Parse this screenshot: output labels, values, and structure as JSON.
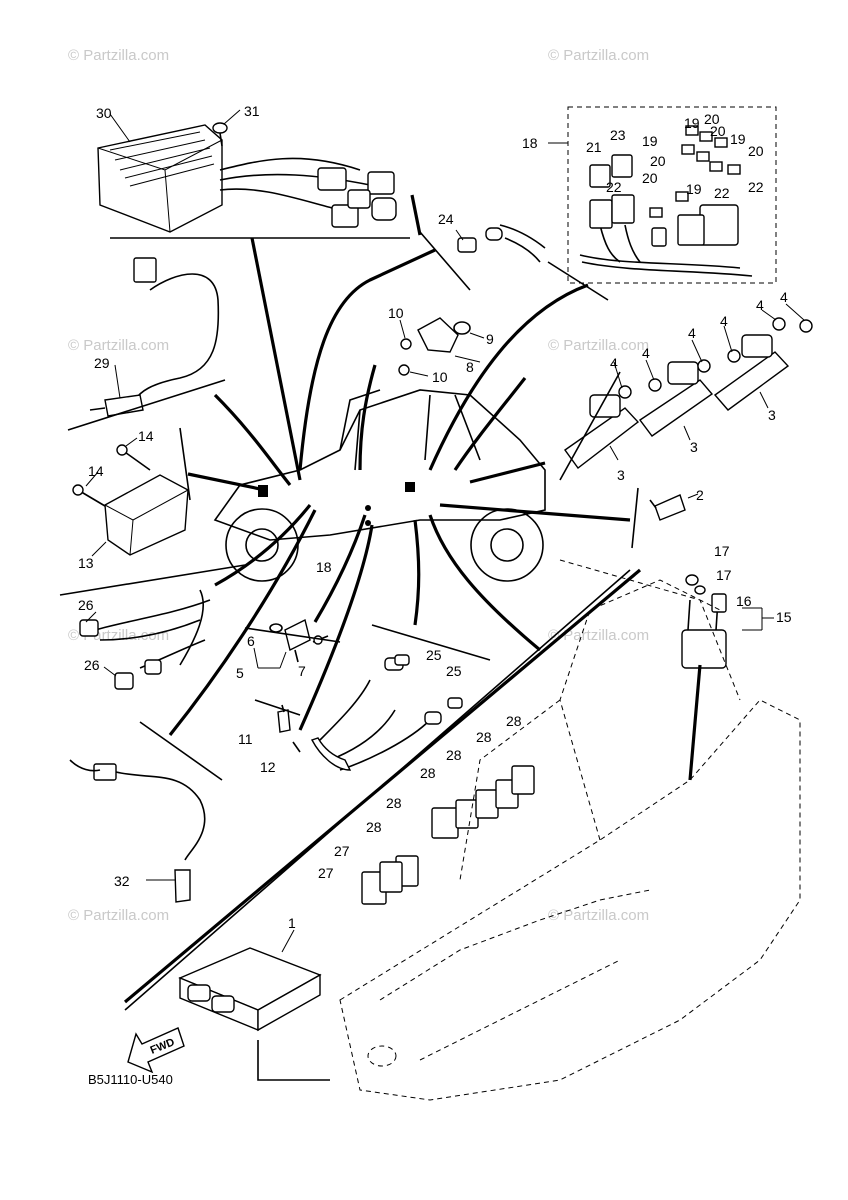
{
  "diagram_code": "B5J1110-U540",
  "watermark": "© Partzilla.com",
  "fwd_label": "FWD",
  "callouts": {
    "c1": "1",
    "c2": "2",
    "c3a": "3",
    "c3b": "3",
    "c3c": "3",
    "c4a": "4",
    "c4b": "4",
    "c4c": "4",
    "c4d": "4",
    "c4e": "4",
    "c4f": "4",
    "c5": "5",
    "c6": "6",
    "c7": "7",
    "c8": "8",
    "c9": "9",
    "c10a": "10",
    "c10b": "10",
    "c11": "11",
    "c12": "12",
    "c13": "13",
    "c14a": "14",
    "c14b": "14",
    "c15": "15",
    "c16": "16",
    "c17a": "17",
    "c17b": "17",
    "c18a": "18",
    "c18b": "18",
    "c19a": "19",
    "c19b": "19",
    "c19c": "19",
    "c20a": "20",
    "c20b": "20",
    "c20c": "20",
    "c20d": "20",
    "c21": "21",
    "c22a": "22",
    "c22b": "22",
    "c22c": "22",
    "c23": "23",
    "c24": "24",
    "c25a": "25",
    "c25b": "25",
    "c26a": "26",
    "c26b": "26",
    "c27a": "27",
    "c27b": "27",
    "c28a": "28",
    "c28b": "28",
    "c28c": "28",
    "c28d": "28",
    "c28e": "28",
    "c29": "29",
    "c30": "30",
    "c31": "31",
    "c32": "32"
  }
}
